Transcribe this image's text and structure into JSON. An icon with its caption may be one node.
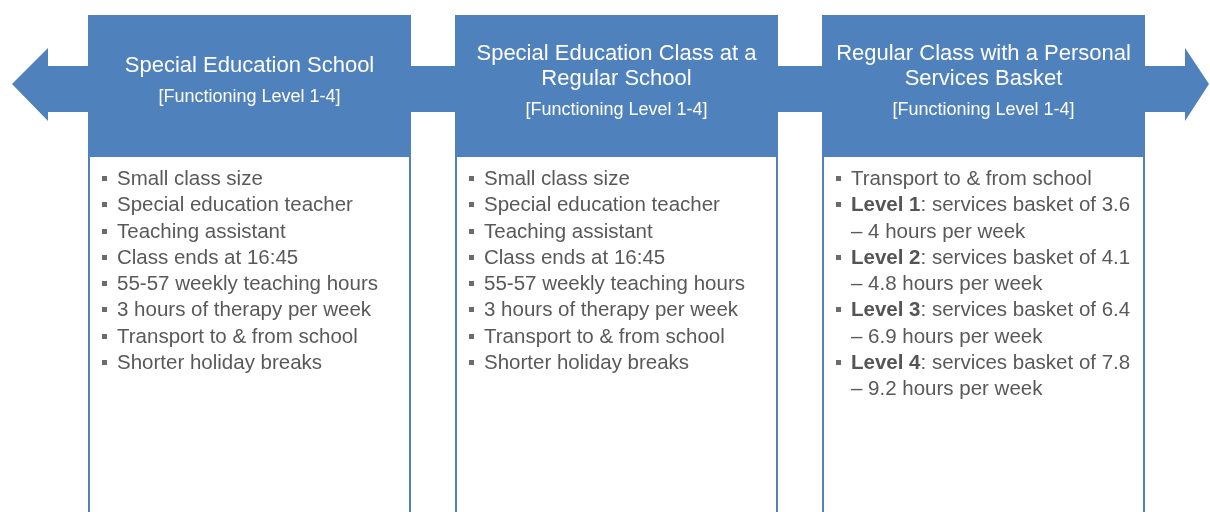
{
  "diagram": {
    "nodes": [
      {
        "text": [
          "Special Education School",
          "[Functioning Level 1-4]"
        ]
      },
      {
        "text": [
          "Small class size",
          "Special education teacher",
          "Teaching assistant",
          "Class ends at 16:45",
          "55-57 weekly teaching hours",
          "3 hours of therapy per week",
          "Transport to & from school",
          "Shorter holiday breaks"
        ]
      },
      {
        "text": [
          "Special Education Class at a Regular School",
          "[Functioning Level 1-4]"
        ]
      },
      {
        "text": [
          "Small class size",
          "Special education teacher",
          "Teaching assistant",
          "Class ends at 16:45",
          "55-57 weekly teaching hours",
          "3 hours of therapy per week",
          "Transport to & from school",
          "Shorter holiday breaks"
        ]
      },
      {
        "text": [
          "Regular Class with a Personal Services Basket",
          "[Functioning Level 1-4]"
        ]
      },
      {
        "text": [
          "Transport to & from school",
          "**Level 1**: services basket of 3.6 – 4 hours per week",
          "**Level 2**: services basket of 4.1 – 4.8 hours per week",
          "**Level 3**: services basket of 6.4 – 6.9 hours per week",
          "**Level 4**: services basket of 7.8 – 9.2 hours per week"
        ]
      }
    ]
  }
}
